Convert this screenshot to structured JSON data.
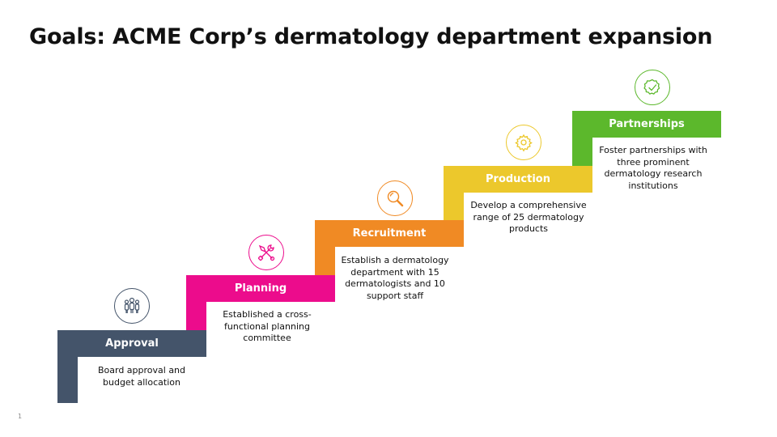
{
  "slide": {
    "title": "Goals: ACME Corp’s dermatology department expansion",
    "page_number": "1"
  },
  "steps": [
    {
      "name": "Approval",
      "description": "Board approval and budget allocation",
      "color": "#44546a",
      "icon": "team-icon"
    },
    {
      "name": "Planning",
      "description": "Established a cross-functional planning committee",
      "color": "#ec0c8c",
      "icon": "tools-icon"
    },
    {
      "name": "Recruitment",
      "description": "Establish a dermatology department with 15 dermatologists and 10 support staff",
      "color": "#f08a24",
      "icon": "magnifier-icon"
    },
    {
      "name": "Production",
      "description": "Develop a comprehensive range of 25 dermatology products",
      "color": "#ecc82c",
      "icon": "gear-icon"
    },
    {
      "name": "Partnerships",
      "description": "Foster partnerships with three prominent dermatology research institutions",
      "color": "#5cb82c",
      "icon": "check-badge-icon"
    }
  ]
}
